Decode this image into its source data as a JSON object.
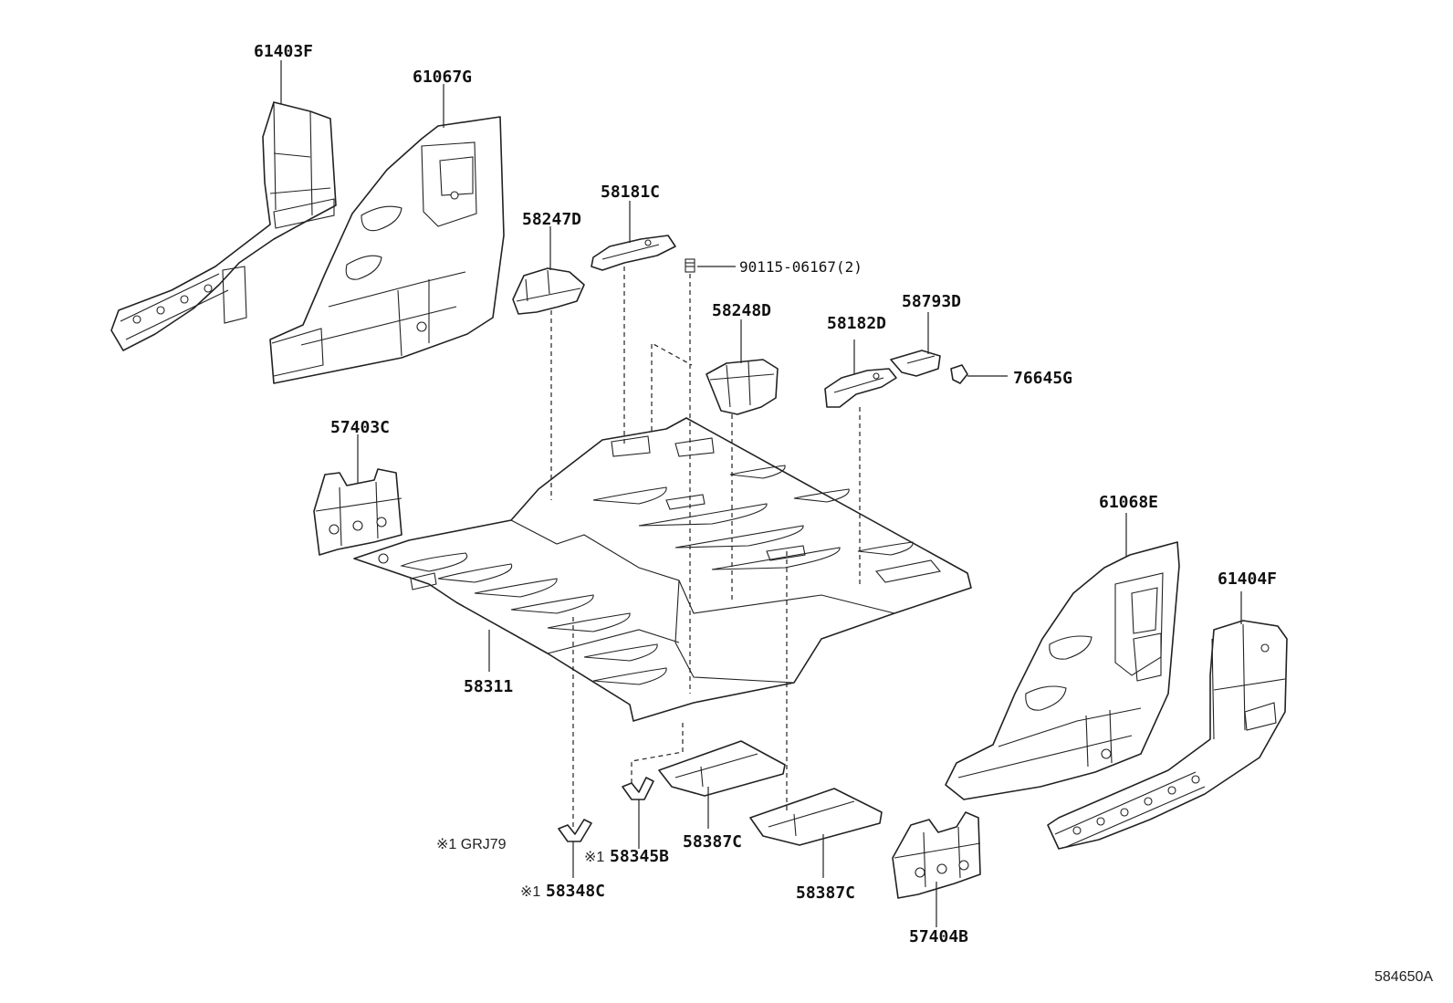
{
  "diagram": {
    "parts": {
      "p61403F": "61403F",
      "p61067G": "61067G",
      "p58247D": "58247D",
      "p58181C": "58181C",
      "p90115": "90115-06167(2)",
      "p58248D": "58248D",
      "p58182D": "58182D",
      "p58793D": "58793D",
      "p76645G": "76645G",
      "p57403C": "57403C",
      "p61068E": "61068E",
      "p61404F": "61404F",
      "p58311": "58311",
      "p58345B": "58345B",
      "p58387C_a": "58387C",
      "p58387C_b": "58387C",
      "p58348C": "58348C",
      "p57404B": "57404B"
    },
    "marks": {
      "m58345B": "※1",
      "m58348C": "※1"
    },
    "note": "※1 GRJ79",
    "reference_code": "584650A"
  }
}
